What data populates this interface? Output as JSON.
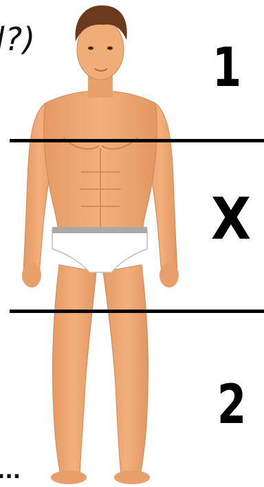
{
  "caption_top": "l?)",
  "caption_bottom": "...",
  "zones": [
    {
      "label": "1"
    },
    {
      "label": "X"
    },
    {
      "label": "2"
    }
  ],
  "figure": {
    "name": "male-body-illustration",
    "skin_color": "#efa975",
    "underwear_color": "#ffffff",
    "hair_color": "#6b3a1e"
  }
}
